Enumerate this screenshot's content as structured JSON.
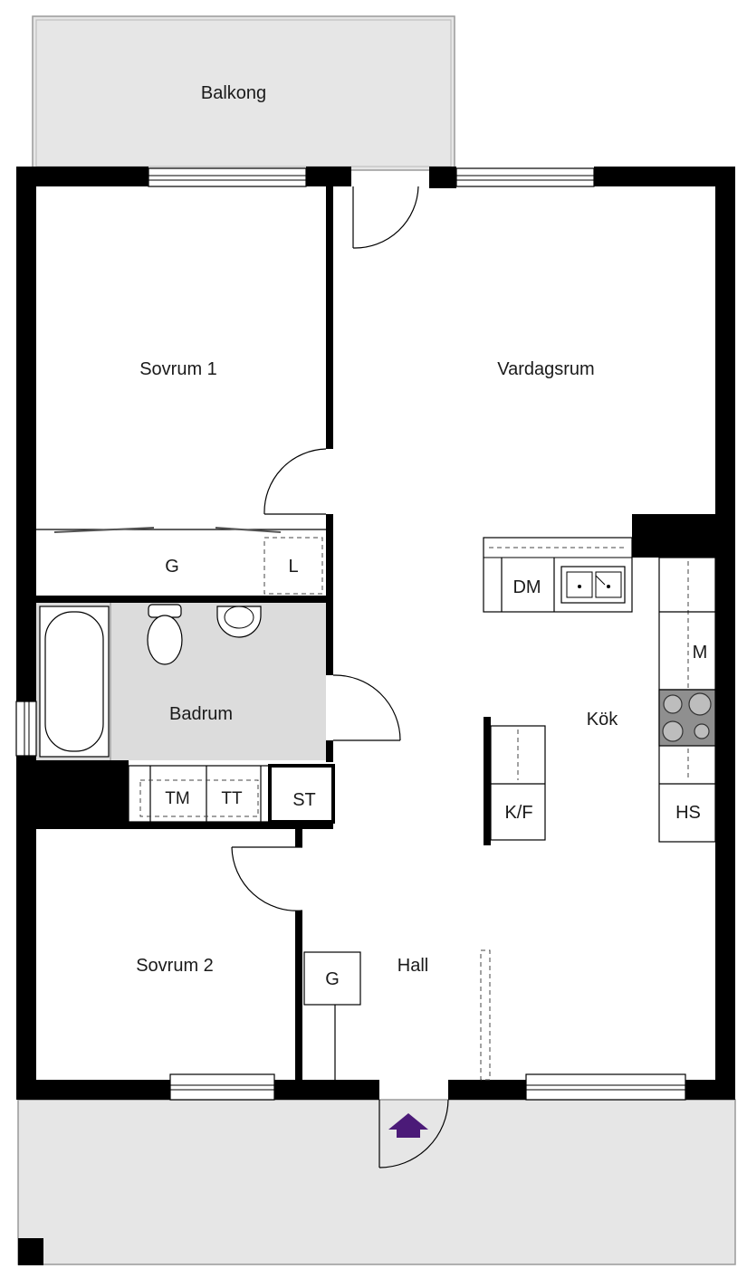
{
  "rooms": {
    "balcony": "Balkong",
    "bedroom1": "Sovrum 1",
    "living": "Vardagsrum",
    "wardrobe1": "G",
    "linen": "L",
    "bath": "Badrum",
    "dishwasher": "DM",
    "microwave": "M",
    "kitchen": "Kök",
    "washer": "TM",
    "dryer": "TT",
    "storage": "ST",
    "fridge": "K/F",
    "tall_cabinet": "HS",
    "bedroom2": "Sovrum 2",
    "wardrobe2": "G",
    "hall": "Hall"
  },
  "colors": {
    "wall": "#000000",
    "outdoor": "#e6e6e6",
    "bathroom": "#dcdcdc",
    "entrance_arrow": "#4b1a78"
  }
}
